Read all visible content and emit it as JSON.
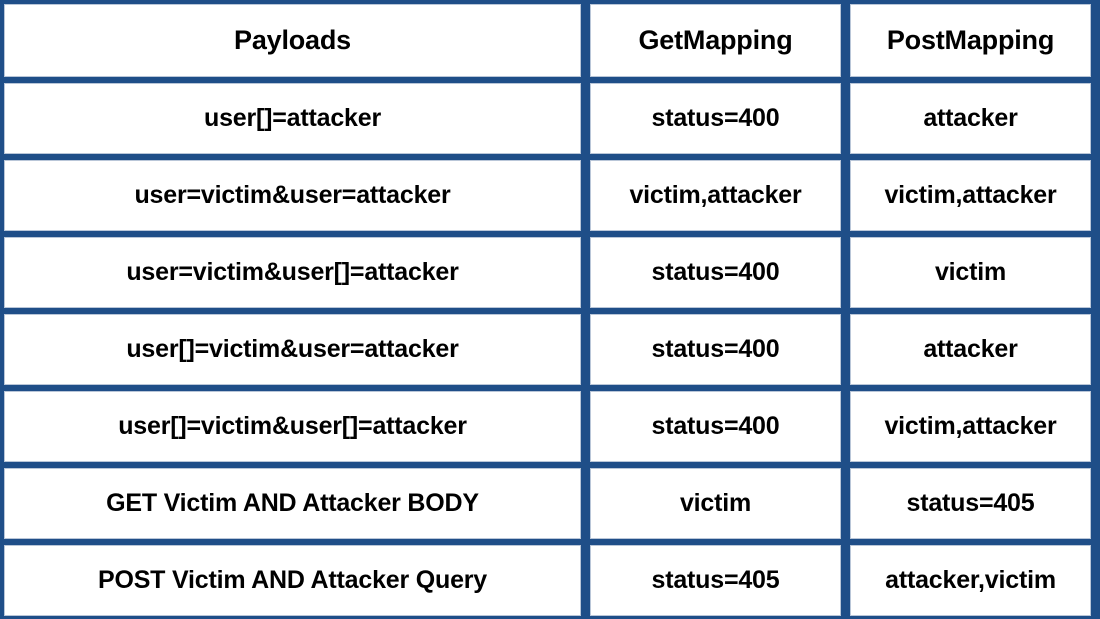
{
  "table": {
    "columns": [
      {
        "key": "payload",
        "label": "Payloads"
      },
      {
        "key": "get",
        "label": "GetMapping"
      },
      {
        "key": "post",
        "label": "PostMapping"
      }
    ],
    "rows": [
      {
        "payload": "user[]=attacker",
        "get": "status=400",
        "post": "attacker"
      },
      {
        "payload": "user=victim&user=attacker",
        "get": "victim,attacker",
        "post": "victim,attacker"
      },
      {
        "payload": "user=victim&user[]=attacker",
        "get": "status=400",
        "post": "victim"
      },
      {
        "payload": "user[]=victim&user=attacker",
        "get": "status=400",
        "post": "attacker"
      },
      {
        "payload": "user[]=victim&user[]=attacker",
        "get": "status=400",
        "post": "victim,attacker"
      },
      {
        "payload": "GET Victim AND Attacker BODY",
        "get": "victim",
        "post": "status=405"
      },
      {
        "payload": "POST Victim AND Attacker Query",
        "get": "status=405",
        "post": "attacker,victim"
      }
    ]
  },
  "colors": {
    "grid": "#1f4e88",
    "cell_background": "#ffffff",
    "text": "#000000"
  }
}
